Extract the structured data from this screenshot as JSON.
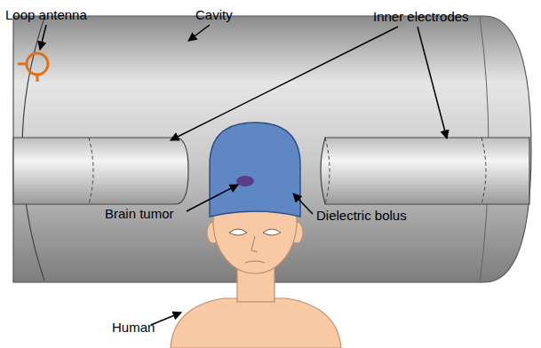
{
  "diagram": {
    "labels": [
      "Loop antenna",
      "Cavity",
      "Inner electrodes",
      "Brain tumor",
      "Dielectric bolus",
      "Human"
    ]
  }
}
